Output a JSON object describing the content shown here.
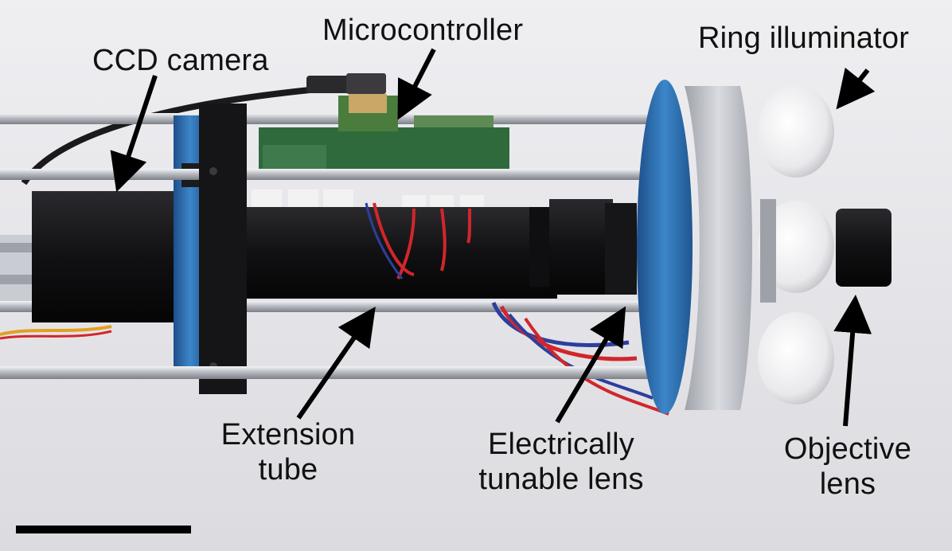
{
  "labels": {
    "ccd_camera": "CCD camera",
    "microcontroller": "Microcontroller",
    "ring_illuminator": "Ring illuminator",
    "extension_tube": {
      "line1": "Extension",
      "line2": "tube"
    },
    "tunable_lens": {
      "line1": "Electrically",
      "line2": "tunable lens"
    },
    "objective_lens": {
      "line1": "Objective",
      "line2": "lens"
    }
  },
  "colors": {
    "anodized_blue": "#2f6fb0",
    "rail_steel": "#b9bcc2",
    "camera_body": "#141416",
    "pcb_green": "#2f6a3c",
    "wire_red": "#d2262b",
    "wire_blue": "#2c3f9c",
    "led_ring_white": "#f4f4f6",
    "arrow_black": "#000000"
  }
}
